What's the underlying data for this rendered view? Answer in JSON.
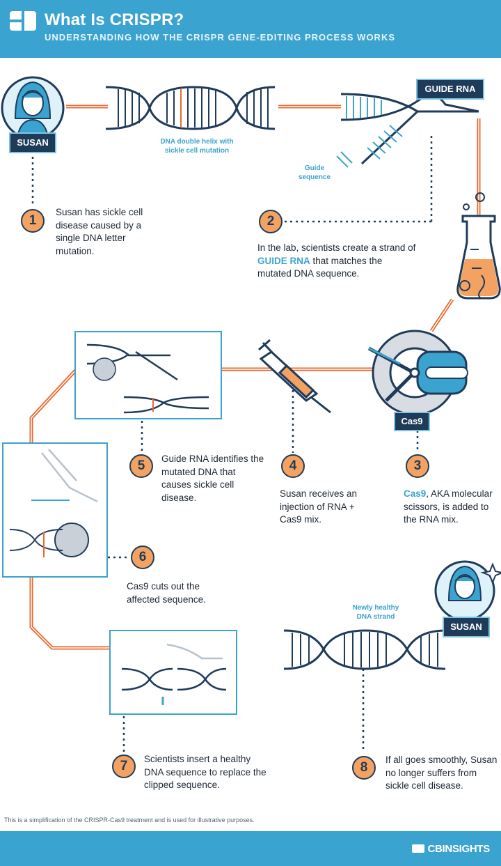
{
  "header": {
    "title": "What Is CRISPR?",
    "subtitle": "UNDERSTANDING HOW THE CRISPR GENE-EDITING PROCESS WORKS"
  },
  "labels": {
    "susan": "SUSAN",
    "guide_rna": "GUIDE RNA",
    "cas9": "Cas9",
    "dna_helix_caption": "DNA double helix with sickle cell mutation",
    "guide_sequence": "Guide sequence",
    "healthy_strand": "Newly healthy DNA strand"
  },
  "steps": [
    {
      "number": "1",
      "text": "Susan has sickle cell disease caused by a single DNA letter mutation."
    },
    {
      "number": "2",
      "text_before": "In the lab, scientists create a strand of ",
      "highlight": "GUIDE RNA",
      "text_after": " that matches the mutated DNA sequence."
    },
    {
      "number": "3",
      "highlight": "Cas9",
      "text_after": ", AKA molecular scissors, is added to the RNA mix."
    },
    {
      "number": "4",
      "text": "Susan receives an injection of RNA + Cas9 mix."
    },
    {
      "number": "5",
      "text": "Guide RNA identifies the mutated DNA that causes sickle cell disease."
    },
    {
      "number": "6",
      "text": "Cas9 cuts out the affected sequence."
    },
    {
      "number": "7",
      "text": "Scientists insert a healthy DNA sequence to replace the clipped sequence."
    },
    {
      "number": "8",
      "text": "If all goes smoothly, Susan no longer suffers from sickle cell disease."
    }
  ],
  "footnote": "This is a simplification of the CRISPR-Cas9 treatment and is used for illustrative purposes.",
  "footer": {
    "brand": "CBINSIGHTS"
  },
  "colors": {
    "accent_blue": "#3aa3cf",
    "navy": "#1f3b5a",
    "orange": "#f4a261",
    "path_orange": "#e8692e"
  }
}
